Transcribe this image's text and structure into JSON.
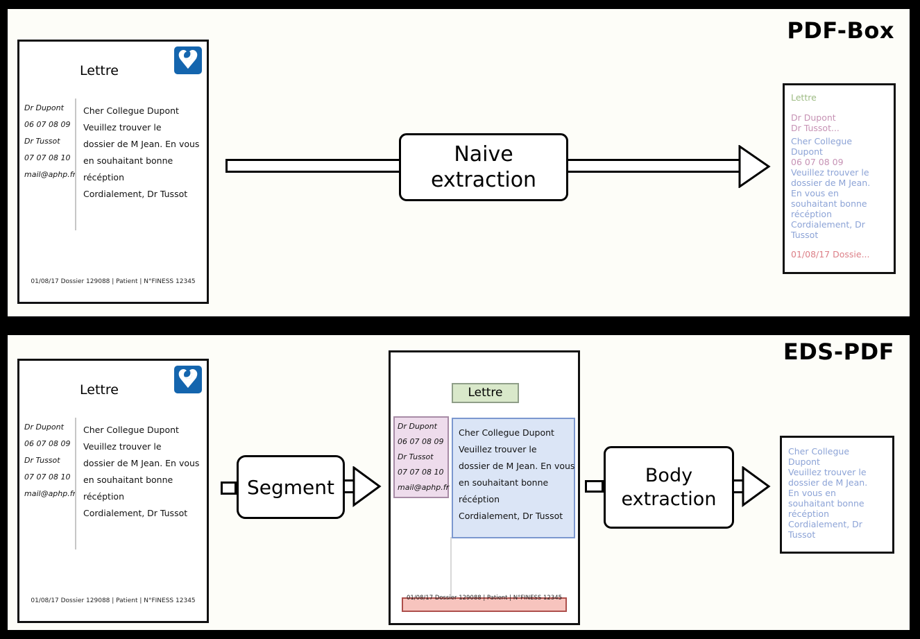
{
  "figure": {
    "panels": {
      "pdf_box": {
        "label": "PDF-Box",
        "process": {
          "line1": "Naive",
          "line2": "extraction"
        }
      },
      "eds_pdf": {
        "label": "EDS-PDF",
        "segment_process": "Segment",
        "body_process": {
          "line1": "Body",
          "line2": "extraction"
        }
      }
    }
  },
  "letter": {
    "title": "Lettre",
    "logo_icon": "heart-in-blue-square",
    "sidebar_lines": [
      "Dr Dupont",
      "06 07 08 09",
      "Dr Tussot",
      "07 07 08 10",
      "mail@aphp.fr"
    ],
    "body_lines": [
      "Cher Collegue Dupont",
      "Veuillez trouver le",
      "dossier de M Jean. En vous",
      "en souhaitant bonne",
      "récéption",
      "Cordialement, Dr Tussot"
    ],
    "footer": "01/08/17  Dossier 129088 | Patient |  N°FINESS 12345"
  },
  "naive_output": {
    "lines": [
      {
        "text": "Lettre",
        "segment": "title"
      },
      {
        "text": "Dr Dupont",
        "segment": "author"
      },
      {
        "text": "Dr Tussot...",
        "segment": "author"
      },
      {
        "text": "Cher Collegue",
        "segment": "body"
      },
      {
        "text": "Dupont",
        "segment": "body"
      },
      {
        "text": "06 07 08 09",
        "segment": "author"
      },
      {
        "text": "Veuillez trouver le",
        "segment": "body"
      },
      {
        "text": "dossier de M Jean.",
        "segment": "body"
      },
      {
        "text": "En vous en",
        "segment": "body"
      },
      {
        "text": "souhaitant bonne",
        "segment": "body"
      },
      {
        "text": "récéption",
        "segment": "body"
      },
      {
        "text": "Cordialement, Dr",
        "segment": "body"
      },
      {
        "text": "Tussot",
        "segment": "body"
      },
      {
        "text": "01/08/17 Dossie...",
        "segment": "footer"
      }
    ]
  },
  "body_output": {
    "lines": [
      "Cher Collegue",
      "Dupont",
      "Veuillez trouver le",
      "dossier de M Jean.",
      "En vous en",
      "souhaitant bonne",
      "récéption",
      "Cordialement, Dr",
      "Tussot"
    ]
  },
  "colors": {
    "title_segment_text": "#9dbb83",
    "author_segment_text": "#c692b4",
    "body_segment_text": "#8ca3d6",
    "footer_segment_text": "#dc7f87",
    "logo_blue": "#1465ae",
    "segment_title_bg": "#d9e8ca",
    "segment_title_border": "#8f9e88",
    "segment_author_bg": "#eedcec",
    "segment_author_border": "#a78ba6",
    "segment_body_bg": "#dbe5f6",
    "segment_body_border": "#7b97cf",
    "segment_footer_bg": "#f7c4be",
    "segment_footer_border": "#ad4f4b"
  }
}
